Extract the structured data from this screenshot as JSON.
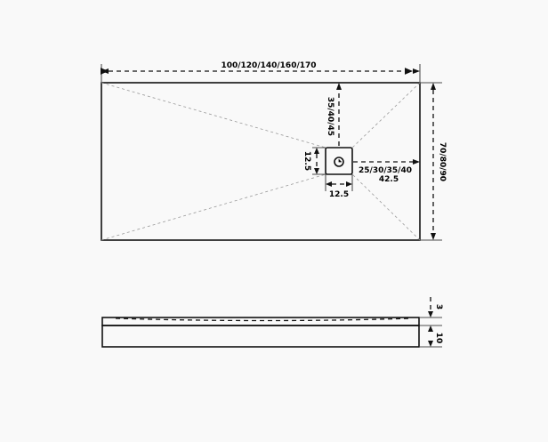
{
  "labels": {
    "length": "100/120/140/160/170",
    "width": "70/80/90",
    "drain_from_top": "35/40/45",
    "drain_from_right": "25/30/35/40",
    "drain_from_right_2": "42.5",
    "drain_height": "12.5",
    "drain_width": "12.5",
    "tray_depth": "3",
    "tray_thickness": "10"
  }
}
